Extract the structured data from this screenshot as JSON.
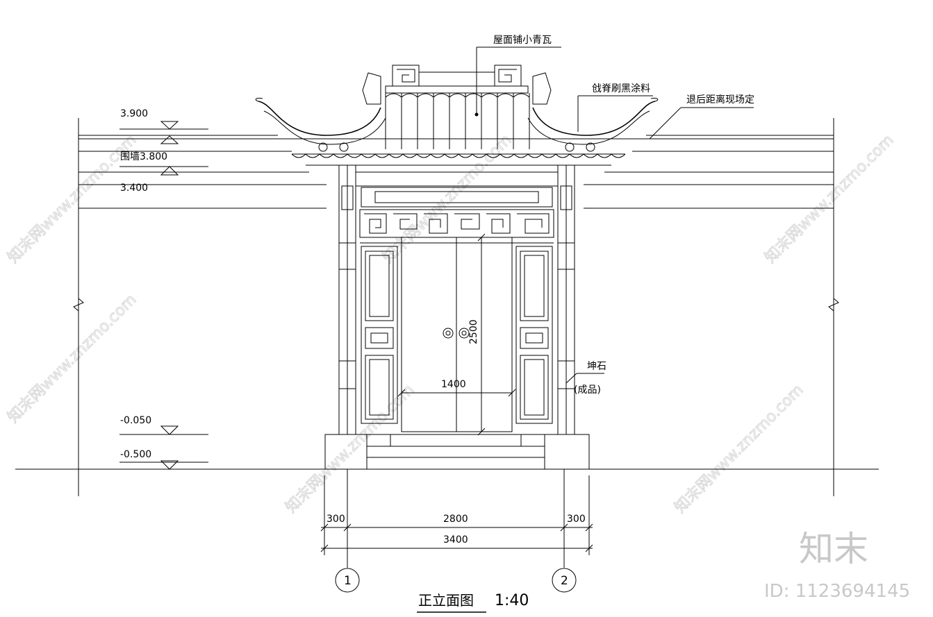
{
  "drawing": {
    "title": "正立面图",
    "scale": "1:40"
  },
  "levels": {
    "l1": "3.900",
    "l2": "围墙3.800",
    "l3": "3.400",
    "l4": "-0.050",
    "l5": "-0.500"
  },
  "annotations": {
    "roof": "屋面铺小青瓦",
    "ridge": "戗脊刷黑涂料",
    "setback": "退后距离现场定",
    "stone": "坤石",
    "stone_note": "(成品)"
  },
  "dimensions": {
    "door_height": "2500",
    "door_width": "1400",
    "left_seg": "300",
    "mid_seg": "2800",
    "right_seg": "300",
    "total": "3400"
  },
  "axes": {
    "a1": "1",
    "a2": "2"
  },
  "watermark": {
    "text": "知末网www.znzmo.com",
    "brand": "知末",
    "id": "ID: 1123694145"
  }
}
